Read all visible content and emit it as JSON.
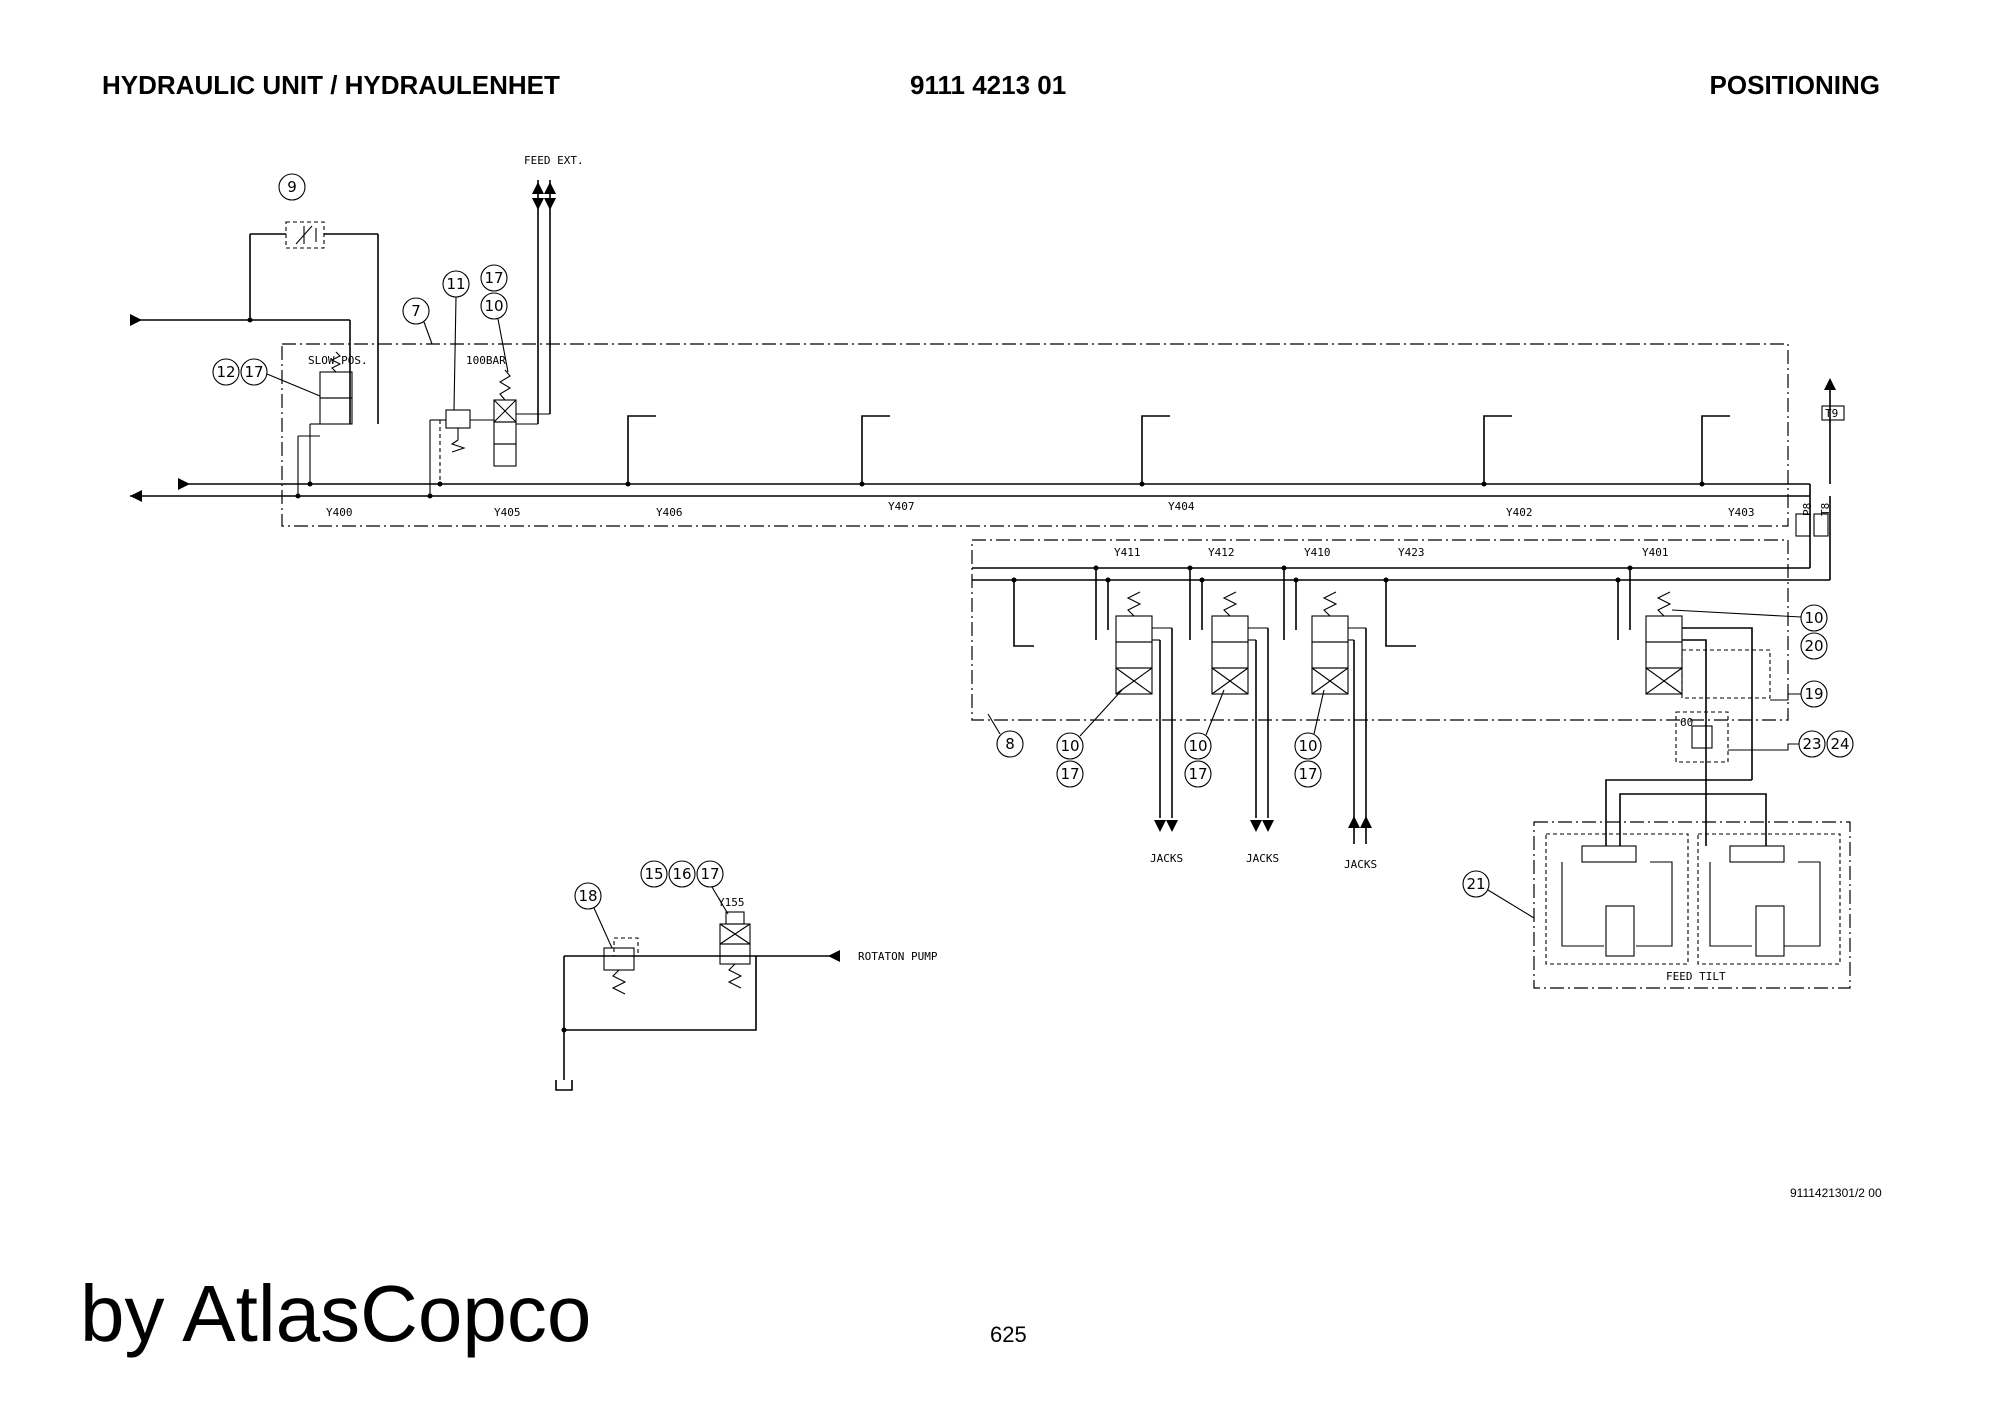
{
  "header": {
    "left": "HYDRAULIC UNIT / HYDRAULENHET",
    "center": "9111 4213 01",
    "right": "POSITIONING"
  },
  "labels": {
    "feed_ext": "FEED EXT.",
    "slow_pos": "SLOW POS.",
    "bar_100": "100BAR",
    "t9": "T9",
    "p8": "P8",
    "t8": "T8",
    "y400": "Y400",
    "y405": "Y405",
    "y406": "Y406",
    "y407": "Y407",
    "y404": "Y404",
    "y402": "Y402",
    "y403": "Y403",
    "y411": "Y411",
    "y412": "Y412",
    "y410": "Y410",
    "y423": "Y423",
    "y401": "Y401",
    "y155": "Y155",
    "jacks": "JACKS",
    "rotation_pump": "ROTATON PUMP",
    "feed_tilt": "FEED TILT",
    "pressure_60": "60"
  },
  "callouts": {
    "c9": "9",
    "c7": "7",
    "c11": "11",
    "c17": "17",
    "c10": "10",
    "c12": "12",
    "c8": "8",
    "c20": "20",
    "c19": "19",
    "c23": "23",
    "c24": "24",
    "c21": "21",
    "c18": "18",
    "c15": "15",
    "c16": "16"
  },
  "footer": {
    "drawing_ref": "9111421301/2 00",
    "brand": "by AtlasCopco",
    "page_number": "625"
  }
}
